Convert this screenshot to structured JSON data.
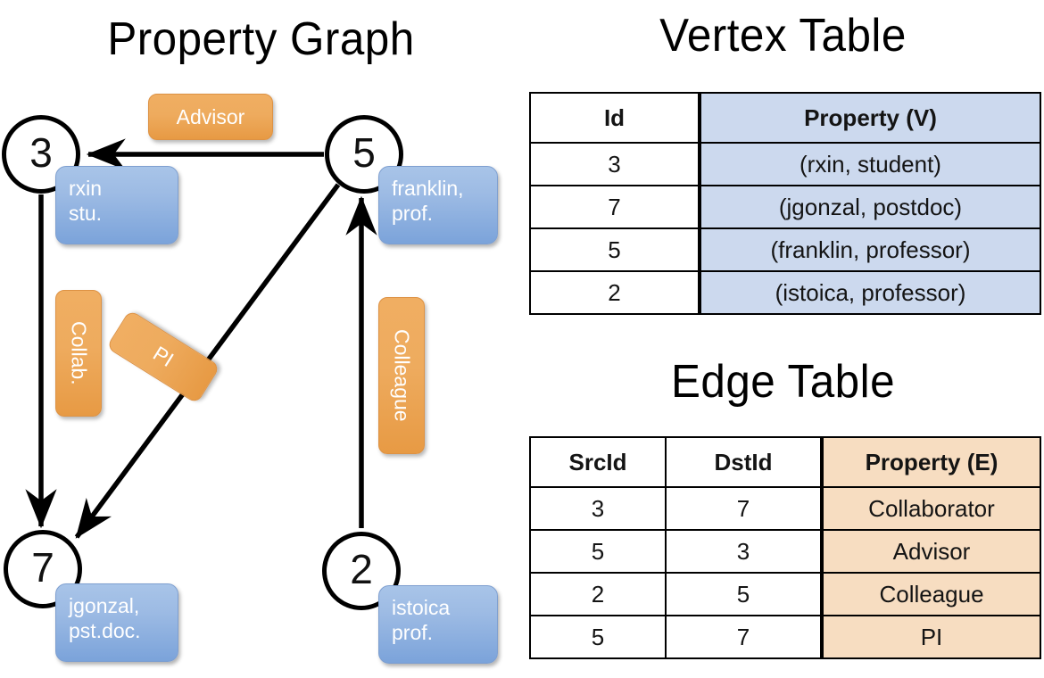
{
  "titles": {
    "property_graph": "Property Graph",
    "vertex_table": "Vertex Table",
    "edge_table": "Edge Table"
  },
  "graph": {
    "nodes": [
      {
        "id": "3",
        "label": "3",
        "property": "rxin\nstu."
      },
      {
        "id": "5",
        "label": "5",
        "property": "franklin,\nprof."
      },
      {
        "id": "7",
        "label": "7",
        "property": "jgonzal,\npst.doc."
      },
      {
        "id": "2",
        "label": "2",
        "property": "istoica\nprof."
      }
    ],
    "edge_labels": [
      {
        "name": "advisor",
        "text": "Advisor"
      },
      {
        "name": "collab",
        "text": "Collab."
      },
      {
        "name": "pi",
        "text": "PI"
      },
      {
        "name": "colleague",
        "text": "Colleague"
      }
    ]
  },
  "vertex_table": {
    "headers": [
      "Id",
      "Property (V)"
    ],
    "rows": [
      [
        "3",
        "(rxin, student)"
      ],
      [
        "7",
        "(jgonzal, postdoc)"
      ],
      [
        "5",
        "(franklin, professor)"
      ],
      [
        "2",
        "(istoica, professor)"
      ]
    ]
  },
  "edge_table": {
    "headers": [
      "SrcId",
      "DstId",
      "Property (E)"
    ],
    "rows": [
      [
        "3",
        "7",
        "Collaborator"
      ],
      [
        "5",
        "3",
        "Advisor"
      ],
      [
        "2",
        "5",
        "Colleague"
      ],
      [
        "5",
        "7",
        "PI"
      ]
    ]
  },
  "colors": {
    "vertex_property_cell": "#ccd9ee",
    "edge_property_cell": "#f7ddc1",
    "edge_label_orange": "#eeab5e",
    "node_property_blue": "#9dbbe4",
    "stroke": "#000000",
    "background": "#ffffff"
  }
}
